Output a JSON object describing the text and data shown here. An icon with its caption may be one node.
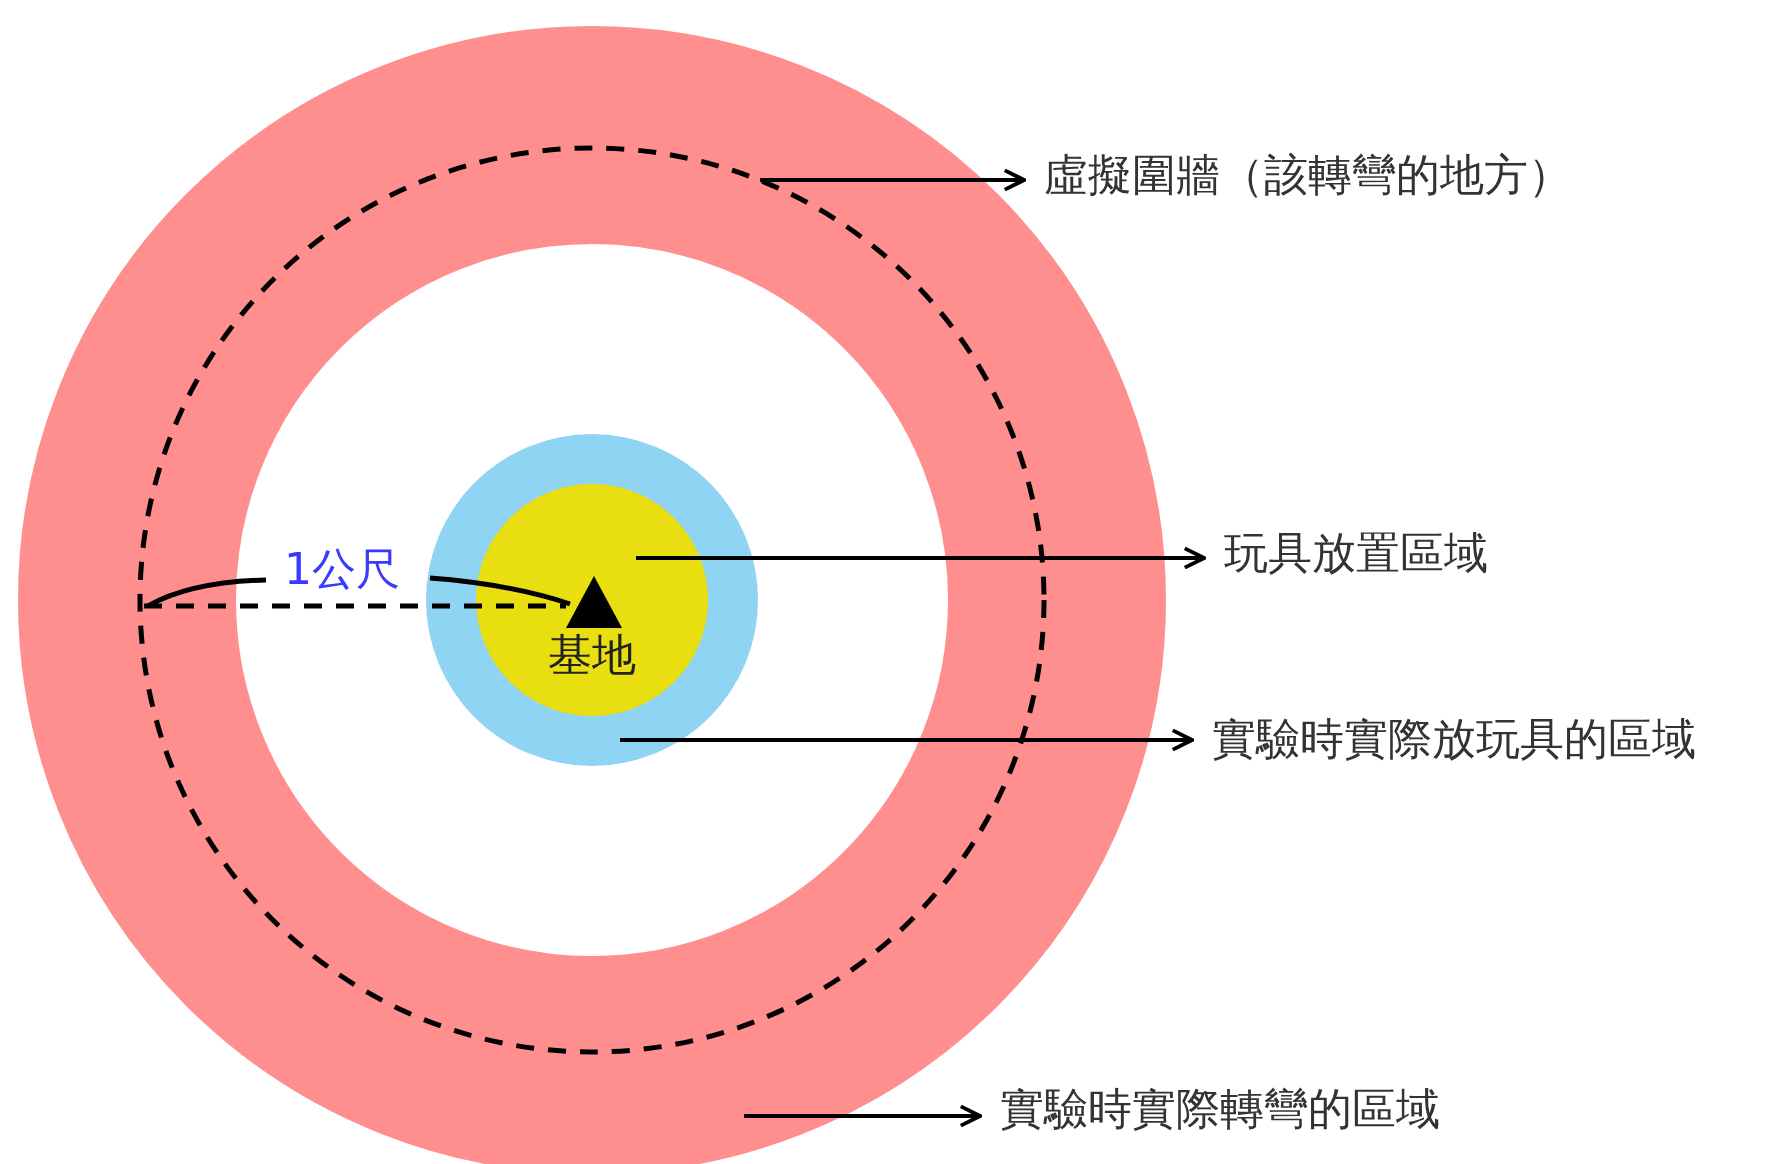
{
  "diagram": {
    "nodes": [
      {
        "text": [],
        "shape": "circle"
      },
      {
        "text": [],
        "shape": "circle",
        "in": 0
      },
      {
        "text": [],
        "shape": "circle",
        "in": 1
      },
      {
        "text": [],
        "shape": "circle",
        "in": 2
      },
      {
        "text": [
          "基地"
        ],
        "in": 3
      },
      {
        "text": [
          "虛擬圍牆（該轉彎的地方）"
        ]
      },
      {
        "text": [
          "玩具放置區域"
        ]
      },
      {
        "text": [
          "實驗時實際放玩具的區域"
        ]
      },
      {
        "text": [
          "實驗時實際轉彎的區域"
        ]
      }
    ],
    "edges": [
      {
        "from": 1,
        "to": 5,
        "arrow": "to"
      },
      {
        "from": 3,
        "to": 6,
        "arrow": "to"
      },
      {
        "from": 2,
        "to": 7,
        "arrow": "to"
      },
      {
        "from": 0,
        "to": 8,
        "arrow": "to"
      }
    ],
    "labels": [
      "1公尺"
    ]
  }
}
